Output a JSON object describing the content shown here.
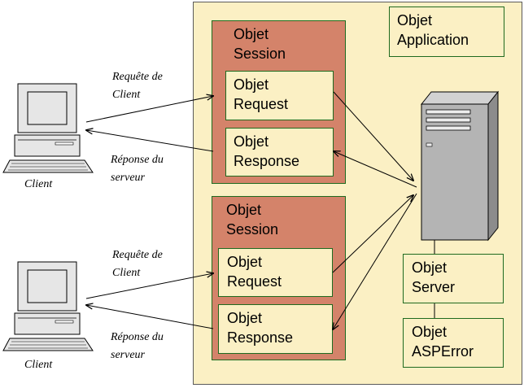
{
  "diagram": {
    "application": {
      "label": "Objet\nApplication"
    },
    "sessions": [
      {
        "label": "Objet\nSession",
        "request": "Objet\nRequest",
        "response": "Objet\nResponse"
      },
      {
        "label": "Objet\nSession",
        "request": "Objet\nRequest",
        "response": "Objet\nResponse"
      }
    ],
    "server_objects": {
      "server": "Objet\nServer",
      "asperror": "Objet\nASPError"
    },
    "clients": [
      {
        "label": "Client",
        "request_text": "Requête de\nClient",
        "response_text": "Réponse du\nserveur"
      },
      {
        "label": "Client",
        "request_text": "Requête de\nClient",
        "response_text": "Réponse du\nserveur"
      }
    ],
    "colors": {
      "application_fill": "#fbf0c4",
      "session_fill": "#d4836a",
      "border_green": "#1f6a1f",
      "server_gray": "#b4b4b4"
    }
  }
}
